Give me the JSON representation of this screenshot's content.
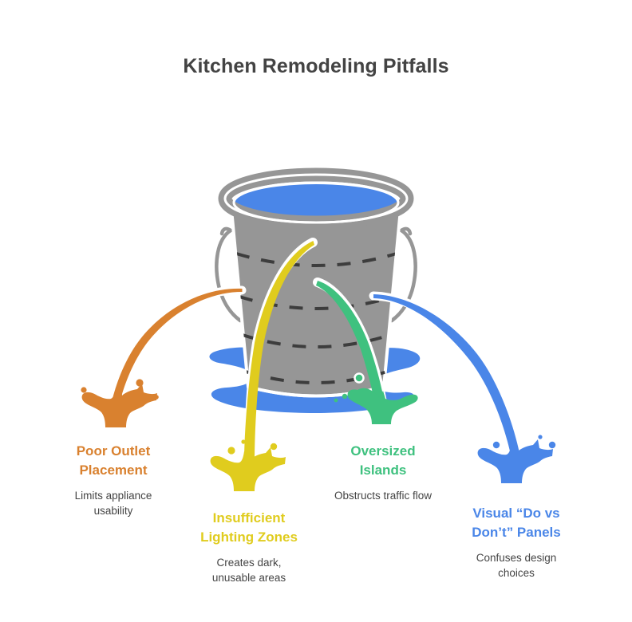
{
  "header": {
    "title": "Kitchen Remodeling Pitfalls"
  },
  "colors": {
    "title": "#434343",
    "description": "#444444",
    "bucket_gray": "#969696",
    "bucket_outline": "#ffffff",
    "dash_line": "#3d3d3d",
    "water_blue": "#4a86e8",
    "orange": "#d9812f",
    "yellow": "#e0cc1e",
    "green": "#3fc17f",
    "blue": "#4a86e8",
    "background": "#ffffff"
  },
  "illustration": {
    "name": "leaking-bucket-with-four-streams",
    "bucket": {
      "name": "bucket",
      "fill_label": "water",
      "has_handles": true,
      "dashed_bands": 4
    },
    "puddle": {
      "name": "puddle",
      "color": "#4a86e8"
    }
  },
  "streams": [
    {
      "id": "poor-outlet-placement",
      "title": "Poor Outlet\nPlacement",
      "title_line1": "Poor Outlet",
      "title_line2": "Placement",
      "description": "Limits appliance usability",
      "description_line1": "Limits appliance",
      "description_line2": "usability",
      "color": "#d9812f",
      "color_name": "orange",
      "direction": "left"
    },
    {
      "id": "insufficient-lighting-zones",
      "title": "Insufficient Lighting Zones",
      "title_line1": "Insufficient",
      "title_line2": "Lighting Zones",
      "description": "Creates dark, unusable areas",
      "description_line1": "Creates dark,",
      "description_line2": "unusable areas",
      "color": "#e0cc1e",
      "color_name": "yellow",
      "direction": "center-left"
    },
    {
      "id": "oversized-islands",
      "title": "Oversized Islands",
      "title_line1": "Oversized",
      "title_line2": "Islands",
      "description": "Obstructs traffic flow",
      "description_line1": "Obstructs traffic flow",
      "description_line2": "",
      "color": "#3fc17f",
      "color_name": "green",
      "direction": "center-right"
    },
    {
      "id": "visual-do-vs-dont-panels",
      "title": "Visual “Do vs Don’t” Panels",
      "title_line1": "Visual “Do vs",
      "title_line2": "Don’t” Panels",
      "description": "Confuses design choices",
      "description_line1": "Confuses design",
      "description_line2": "choices",
      "color": "#4a86e8",
      "color_name": "blue",
      "direction": "right"
    }
  ]
}
